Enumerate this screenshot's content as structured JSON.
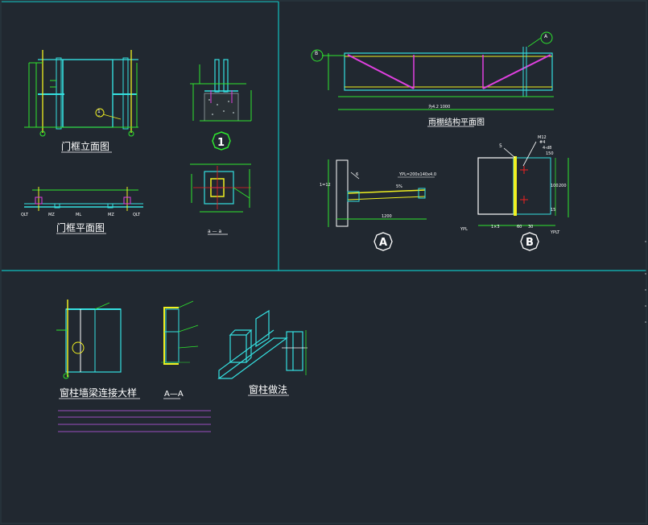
{
  "colors": {
    "background": "#212830",
    "frame": "#11c0c0",
    "cyan": "#35e0e0",
    "green": "#2ee62e",
    "yellow": "#f0f020",
    "magenta": "#e040e0",
    "red": "#f02020",
    "white": "#ffffff",
    "underline": "#9a4ec0"
  },
  "panels": {
    "door_frame_elevation": {
      "title": "门框立面图",
      "callout": "1",
      "callout_ref": "-"
    },
    "door_frame_plan": {
      "title": "门框平面图",
      "labels": [
        "QLT",
        "MZ",
        "ML",
        "MZ",
        "QLT"
      ]
    },
    "detail_1": {
      "label": "1"
    },
    "section_aa_top": {
      "label": "a — a"
    },
    "canopy_plan": {
      "title": "雨棚结构平面图",
      "callout_b": "B",
      "callout_a": "A",
      "dim_total": "为4.2 1000"
    },
    "detail_a": {
      "label": "A",
      "note_top": "YPL=200x140x4.0",
      "dim": "1200",
      "slope": "5%",
      "side": "1=12",
      "tag": "6"
    },
    "detail_b": {
      "label": "B",
      "num": "5",
      "notes": [
        "M12",
        "#4",
        "4-d8",
        "150"
      ],
      "dims_right": [
        "100",
        "200",
        "15"
      ],
      "dims_bottom": [
        "1×3",
        "60",
        "30"
      ],
      "tag_left": "YPL",
      "tag_right": "YPLT"
    },
    "window_column_beam": {
      "title": "窗柱墙梁连接大样"
    },
    "section_aa_bottom": {
      "title": "A—A"
    },
    "window_column_method": {
      "title": "窗柱做法"
    }
  }
}
